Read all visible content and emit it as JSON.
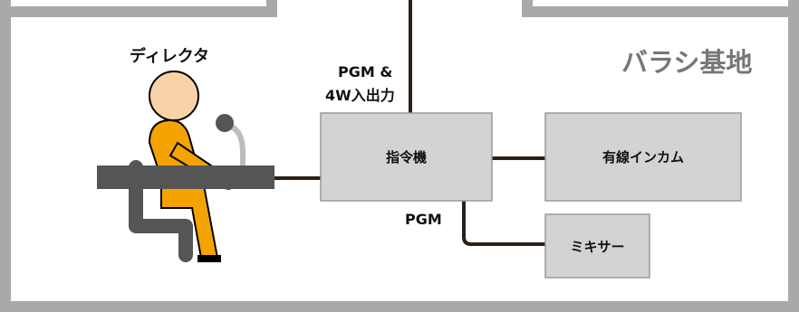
{
  "diagram": {
    "base_label": "バラシ基地",
    "director_label": "ディレクタ",
    "top_link_label_line1": "PGM &",
    "top_link_label_line2": "4W入出力",
    "pgm_label": "PGM",
    "intercom_controller": "指令機",
    "wired_intercom": "有線インカム",
    "mixer": "ミキサー"
  },
  "colors": {
    "wall": "#a9a9a9",
    "box_fill": "#d3d3d3",
    "box_stroke": "#9a9a9a",
    "cable": "#2a2018",
    "person": "#f5a300",
    "skin": "#f9d3a8",
    "furniture": "#555555"
  }
}
